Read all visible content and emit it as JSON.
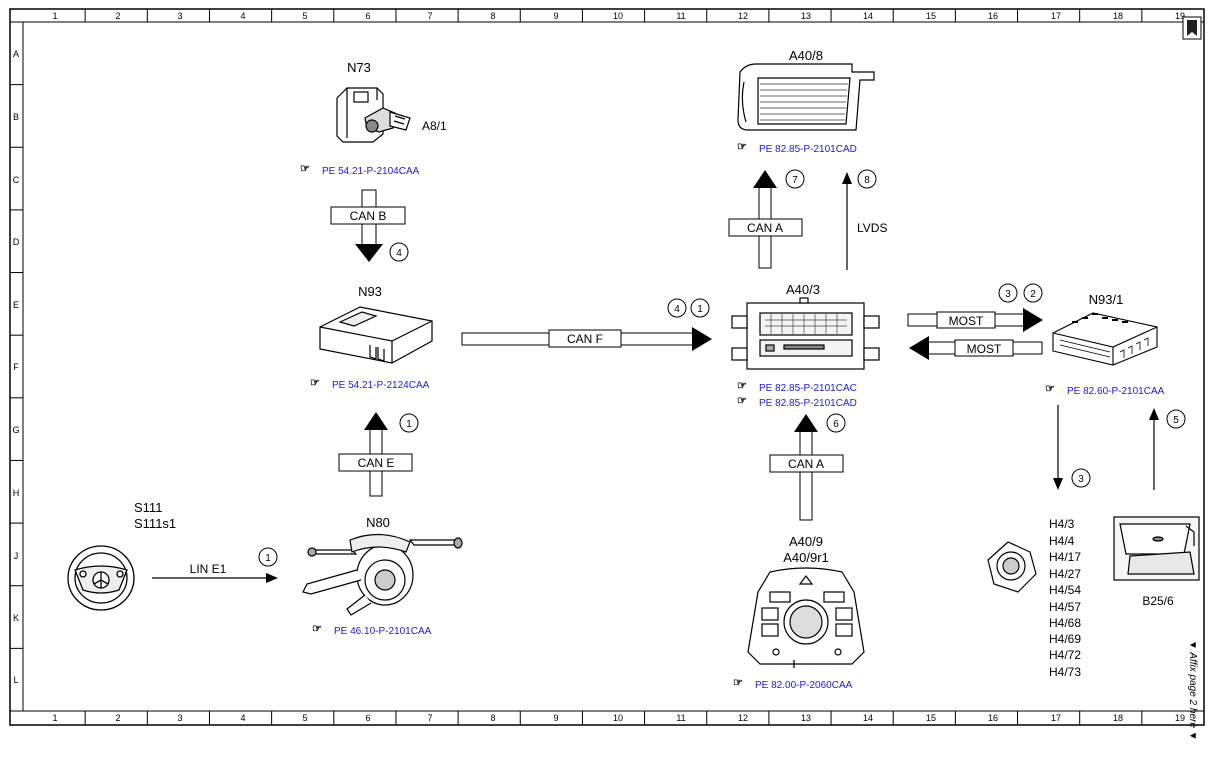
{
  "grid": {
    "columns": [
      "1",
      "2",
      "3",
      "4",
      "5",
      "6",
      "7",
      "8",
      "9",
      "10",
      "11",
      "12",
      "13",
      "14",
      "15",
      "16",
      "17",
      "18",
      "19"
    ],
    "rows": [
      "A",
      "B",
      "C",
      "D",
      "E",
      "F",
      "G",
      "H",
      "J",
      "K",
      "L"
    ]
  },
  "components": {
    "n73": {
      "label": "N73",
      "sub": "A8/1",
      "ref": "PE 54.21-P-2104CAA"
    },
    "n93": {
      "label": "N93",
      "ref": "PE 54.21-P-2124CAA"
    },
    "n80": {
      "label": "N80",
      "ref": "PE 46.10-P-2101CAA"
    },
    "s111": {
      "label1": "S111",
      "label2": "S111s1"
    },
    "a40_8": {
      "label": "A40/8",
      "ref": "PE 82.85-P-2101CAD"
    },
    "a40_3": {
      "label": "A40/3",
      "ref1": "PE 82.85-P-2101CAC",
      "ref2": "PE 82.85-P-2101CAD"
    },
    "a40_9": {
      "label1": "A40/9",
      "label2": "A40/9r1",
      "ref": "PE 82.00-P-2060CAA"
    },
    "n93_1": {
      "label": "N93/1",
      "ref": "PE 82.60-P-2101CAA"
    },
    "b25_6": {
      "label": "B25/6"
    },
    "speakers": {
      "labels": [
        "H4/3",
        "H4/4",
        "H4/17",
        "H4/27",
        "H4/54",
        "H4/57",
        "H4/68",
        "H4/69",
        "H4/72",
        "H4/73"
      ]
    }
  },
  "connections": {
    "can_b": "CAN B",
    "can_e": "CAN E",
    "can_f": "CAN F",
    "can_a_top": "CAN A",
    "can_a_bottom": "CAN A",
    "lvds": "LVDS",
    "most_right": "MOST",
    "most_left": "MOST",
    "lin_e1": "LIN E1"
  },
  "markers": {
    "m_canb": "4",
    "m_cane": "1",
    "m_canf_a": "4",
    "m_canf_b": "1",
    "m_cana_top": "7",
    "m_lvds": "8",
    "m_most_a": "3",
    "m_most_b": "2",
    "m_cana_bot": "6",
    "m_n93_1_down": "3",
    "m_b25_up": "5",
    "m_lin": "1"
  },
  "affix_note": "▼ Affix page 2 here ▼"
}
